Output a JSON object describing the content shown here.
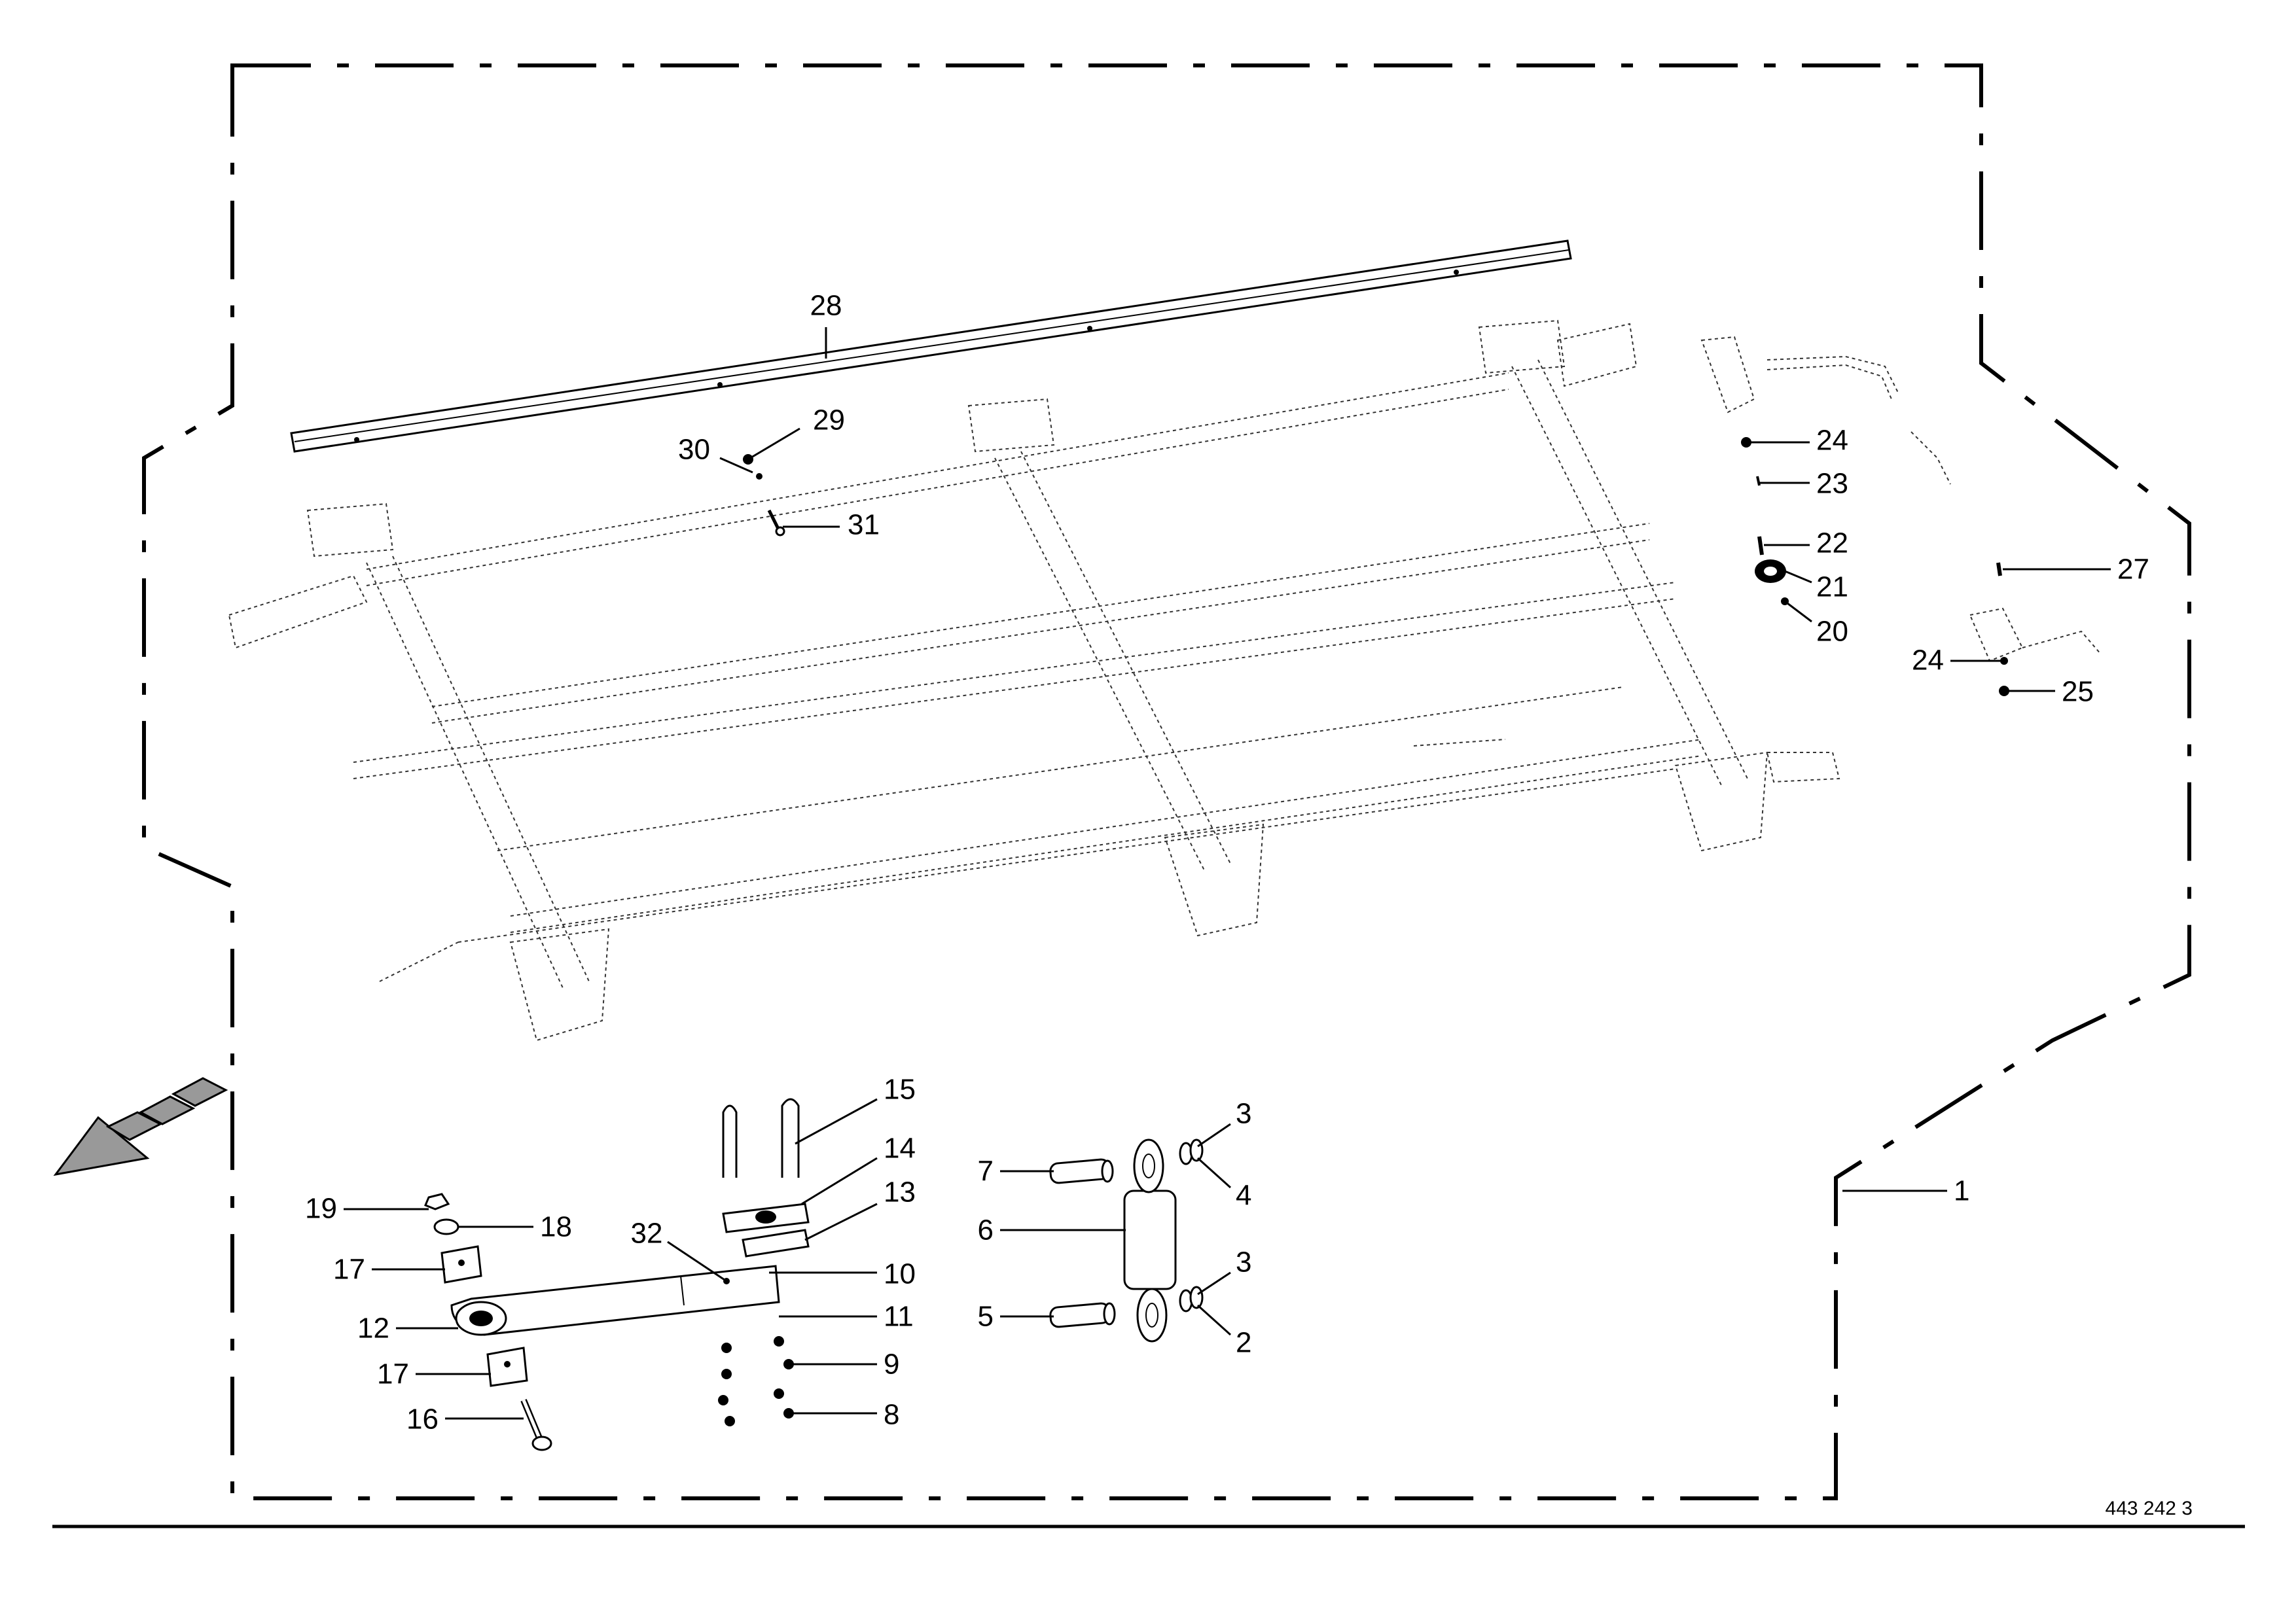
{
  "document_number": "443 242 3",
  "callouts": [
    {
      "id": "c28",
      "label": "28"
    },
    {
      "id": "c29",
      "label": "29"
    },
    {
      "id": "c30",
      "label": "30"
    },
    {
      "id": "c31",
      "label": "31"
    },
    {
      "id": "c24a",
      "label": "24"
    },
    {
      "id": "c23",
      "label": "23"
    },
    {
      "id": "c22",
      "label": "22"
    },
    {
      "id": "c21",
      "label": "21"
    },
    {
      "id": "c20",
      "label": "20"
    },
    {
      "id": "c27",
      "label": "27"
    },
    {
      "id": "c24b",
      "label": "24"
    },
    {
      "id": "c25",
      "label": "25"
    },
    {
      "id": "c15",
      "label": "15"
    },
    {
      "id": "c14",
      "label": "14"
    },
    {
      "id": "c13",
      "label": "13"
    },
    {
      "id": "c32",
      "label": "32"
    },
    {
      "id": "c10",
      "label": "10"
    },
    {
      "id": "c11",
      "label": "11"
    },
    {
      "id": "c19",
      "label": "19"
    },
    {
      "id": "c18",
      "label": "18"
    },
    {
      "id": "c17a",
      "label": "17"
    },
    {
      "id": "c12",
      "label": "12"
    },
    {
      "id": "c17b",
      "label": "17"
    },
    {
      "id": "c16",
      "label": "16"
    },
    {
      "id": "c9",
      "label": "9"
    },
    {
      "id": "c8",
      "label": "8"
    },
    {
      "id": "c7",
      "label": "7"
    },
    {
      "id": "c6",
      "label": "6"
    },
    {
      "id": "c5",
      "label": "5"
    },
    {
      "id": "c3a",
      "label": "3"
    },
    {
      "id": "c4",
      "label": "4"
    },
    {
      "id": "c3b",
      "label": "3"
    },
    {
      "id": "c2",
      "label": "2"
    },
    {
      "id": "c1",
      "label": "1"
    }
  ]
}
